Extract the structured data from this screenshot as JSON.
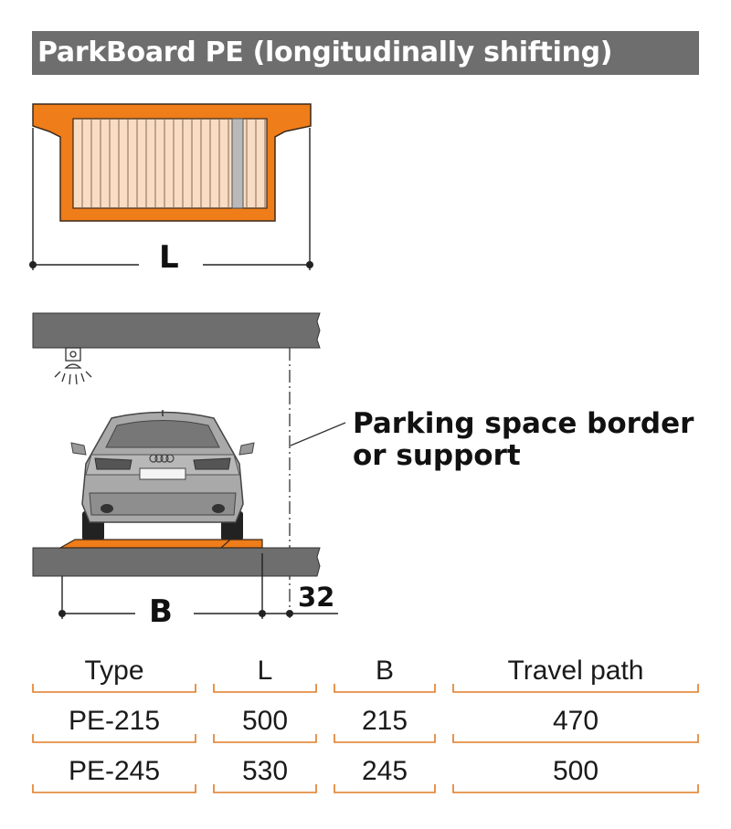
{
  "title": "ParkBoard PE (longitudinally shifting)",
  "labels": {
    "length_dimension": "L",
    "width_dimension": "B",
    "clearance_dimension": "32",
    "callout_line1": "Parking space border",
    "callout_line2": "or support"
  },
  "colors": {
    "title_bar": "#6e6e6e",
    "platform_orange": "#ee7d1a",
    "slat_fill": "#f8dcc4",
    "table_rule": "#e07b25"
  },
  "table": {
    "columns": [
      "Type",
      "L",
      "B",
      "Travel path"
    ],
    "rows": [
      [
        "PE-215",
        "500",
        "215",
        "470"
      ],
      [
        "PE-245",
        "530",
        "245",
        "500"
      ]
    ]
  }
}
